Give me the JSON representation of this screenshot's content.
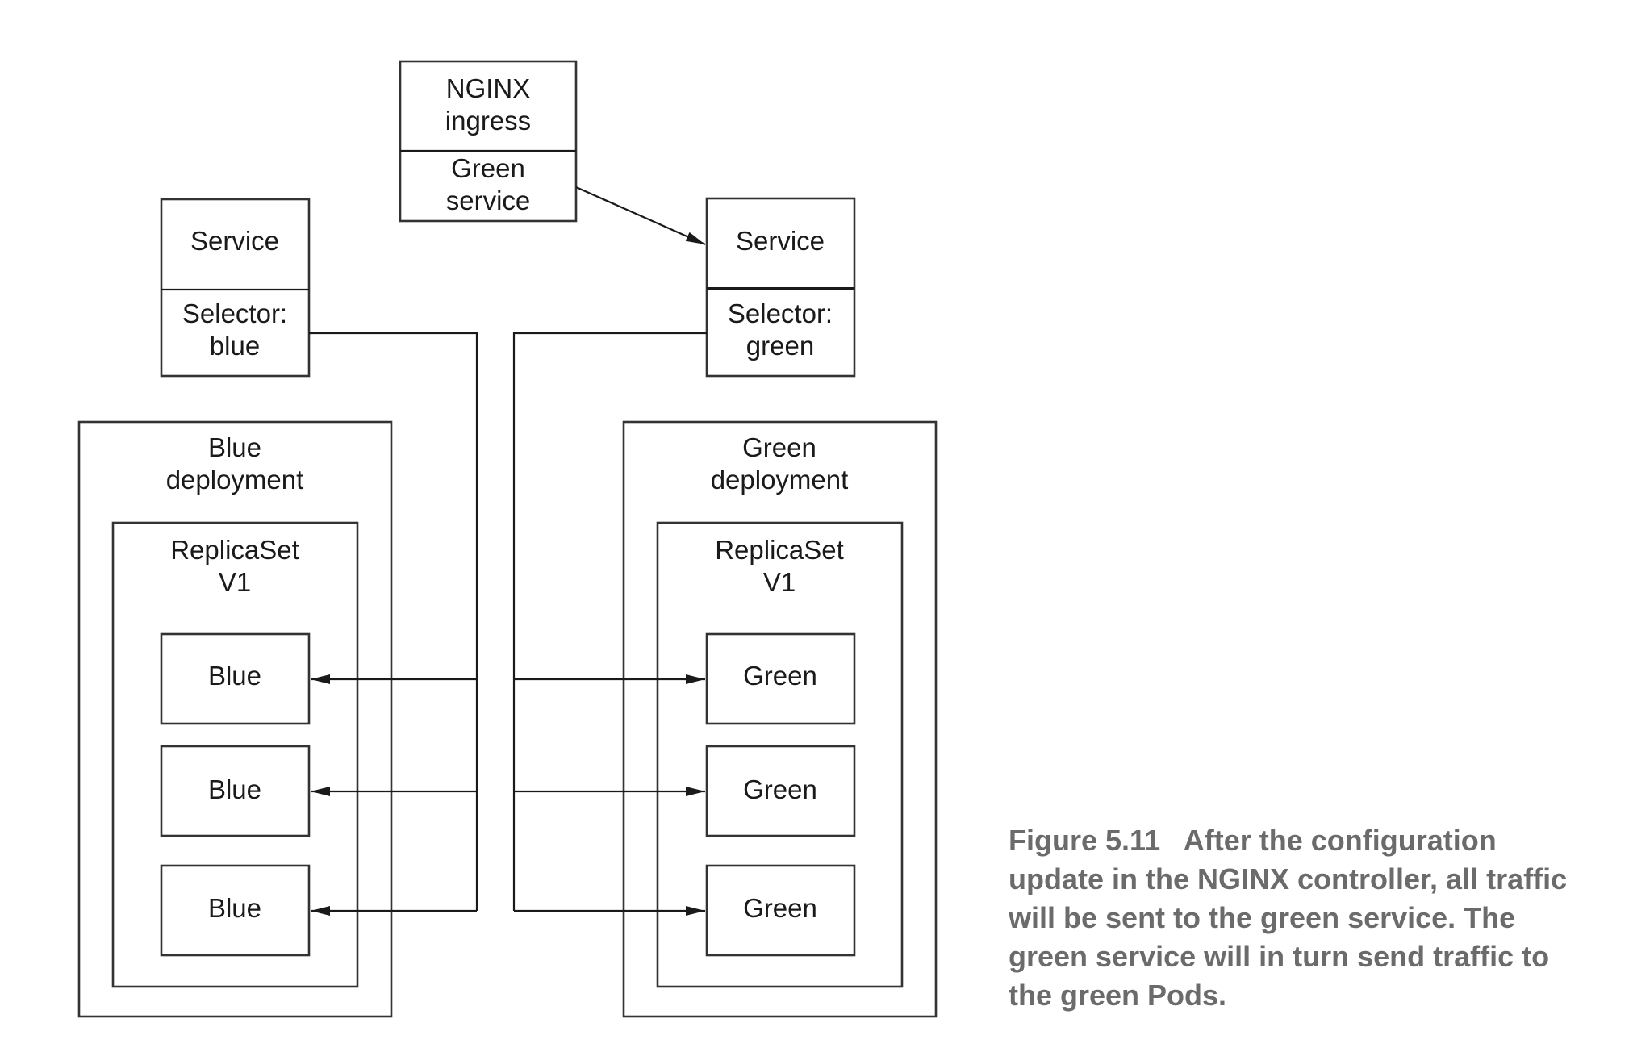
{
  "nginx": {
    "title_line1": "NGINX",
    "title_line2": "ingress",
    "route_line1": "Green",
    "route_line2": "service"
  },
  "blue_service": {
    "title": "Service",
    "selector_line1": "Selector:",
    "selector_line2": "blue"
  },
  "green_service": {
    "title": "Service",
    "selector_line1": "Selector:",
    "selector_line2": "green"
  },
  "blue_deployment": {
    "line1": "Blue",
    "line2": "deployment",
    "replicaset_line1": "ReplicaSet",
    "replicaset_line2": "V1",
    "pods": [
      "Blue",
      "Blue",
      "Blue"
    ]
  },
  "green_deployment": {
    "line1": "Green",
    "line2": "deployment",
    "replicaset_line1": "ReplicaSet",
    "replicaset_line2": "V1",
    "pods": [
      "Green",
      "Green",
      "Green"
    ]
  },
  "caption": {
    "number": "Figure 5.11",
    "text": "After the configuration update in the NGINX controller, all traffic will be sent to the green service. The green service will in turn send traffic to the green Pods."
  }
}
